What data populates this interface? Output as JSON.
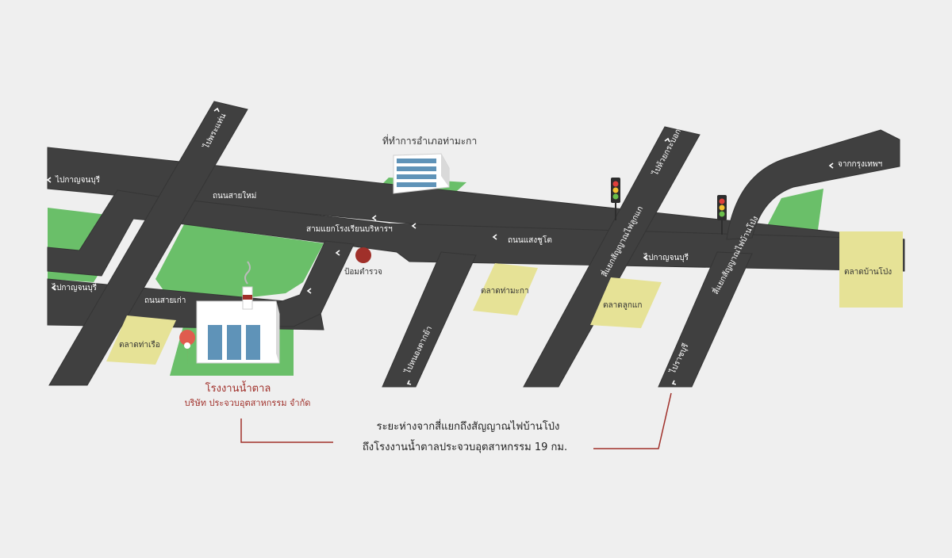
{
  "colors": {
    "background": "#efefef",
    "road": "#404040",
    "road_edge": "#3a3a3a",
    "park": "#6abf69",
    "market": "#e6e296",
    "accent": "#a0302a",
    "building_wall": "#ffffff",
    "building_glass": "#5f93b8"
  },
  "roads": {
    "main_upper": "ถนนสายใหม่",
    "main_lower": "ถนนสายเก่า",
    "main_right": "ถนนแสงชูโต"
  },
  "directions": {
    "to_kanchanaburi_top": "ไปกาญจนบุรี",
    "to_kanchanaburi_mid": "ไปกาญจนบุรี",
    "to_kanchanaburi_right": "ไปกาญจนบุรี",
    "to_phraeng_tan": "ไปพระแท่น",
    "to_nong_ta_kha": "ไปหนองตากย้า",
    "to_huai_krabok": "ไปห้วยกระบอก",
    "from_bangkok": "จากกรุงเทพฯ",
    "to_ratchaburi": "ไปราชบุรี"
  },
  "intersections": {
    "school_junction": "สามแยกโรงเรียนบริหารฯ",
    "intersection_luk_kae": "สี่แยกสัญญาณไฟลูกแก",
    "intersection_ban_pong": "สี่แยกสัญญาณไฟบ้านโป่ง"
  },
  "places": {
    "district_office": "ที่ทำการอำเภอท่ามะกา",
    "police_box": "ป้อมตำรวจ",
    "market_tha_ruea": "ตลาดท่าเรือ",
    "market_tha_maka": "ตลาดท่ามะกา",
    "market_luk_kae": "ตลาดลูกแก",
    "market_ban_pong": "ตลาดบ้านโป่ง"
  },
  "factory": {
    "name": "โรงงานน้ำตาล",
    "company": "บริษัท ประจวบอุตสาหกรรม จำกัด"
  },
  "distance_note": {
    "line1": "ระยะห่างจากสี่แยกถึงสัญญาณไฟบ้านโป่ง",
    "line2": "ถึงโรงงานน้ำตาลประจวบอุตสาหกรรม 19 กม."
  },
  "icons": {
    "location_pin": "map-pin-icon",
    "traffic_light": "traffic-light-icon",
    "police": "police-box-icon"
  }
}
